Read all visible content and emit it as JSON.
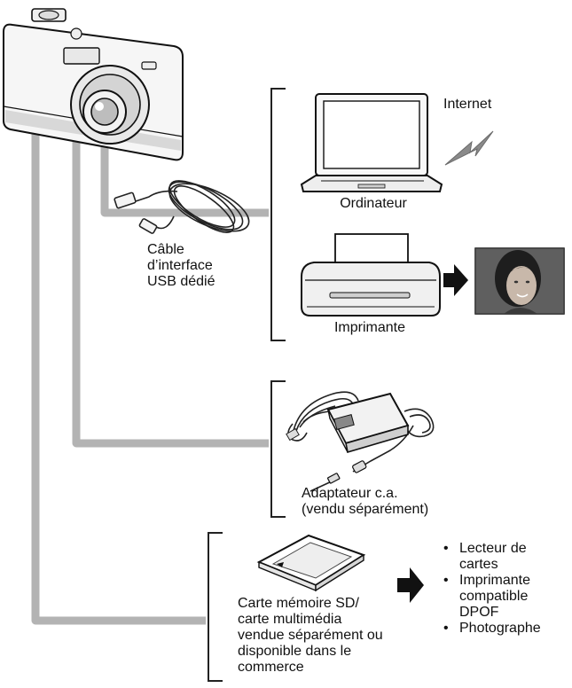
{
  "labels": {
    "internet": "Internet",
    "computer": "Ordinateur",
    "usb_cable": [
      "Câble",
      "d’interface",
      "USB dédié"
    ],
    "printer": "Imprimante",
    "ac_adapter": [
      "Adaptateur c.a.",
      "(vendu séparément)"
    ],
    "memory_card": [
      "Carte mémoire SD/",
      "carte multimédia",
      "vendue séparément ou",
      "disponible dans le",
      "commerce"
    ]
  },
  "destinations": [
    [
      "Lecteur de",
      "cartes"
    ],
    [
      "Imprimante",
      "compatible",
      "DPOF"
    ],
    [
      "Photographe"
    ]
  ],
  "colors": {
    "connector_line": "#b3b3b3",
    "bracket": "#222222",
    "arrow": "#111111",
    "lightning": "#8a8a8a",
    "photo_background": "#555555"
  },
  "icons": [
    "camera-icon",
    "usb-cable-icon",
    "laptop-icon",
    "lightning-icon",
    "printer-icon",
    "arrow-right-icon",
    "portrait-photo-icon",
    "ac-adapter-icon",
    "sd-card-icon"
  ]
}
